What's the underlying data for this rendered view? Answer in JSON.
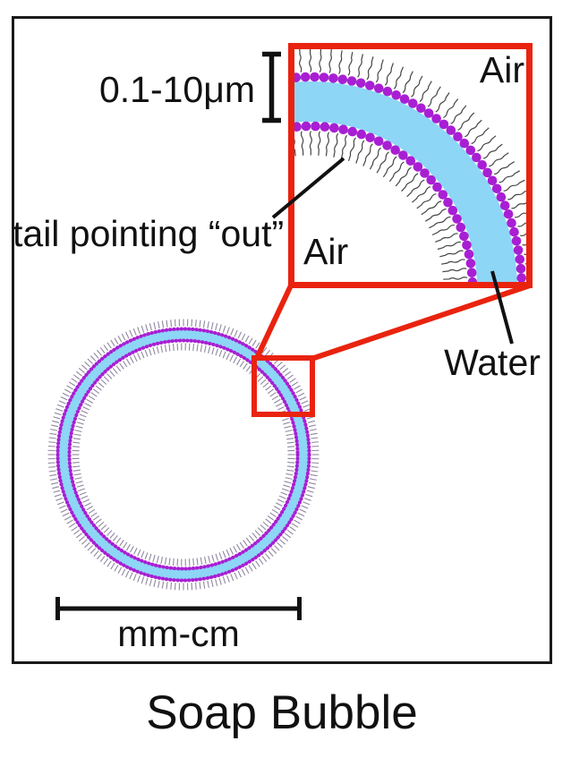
{
  "title": "Soap Bubble",
  "inset": {
    "thickness_label": "0.1-10μm",
    "air_outer_label": "Air",
    "air_inner_label": "Air",
    "tail_label": "tail pointing “out”",
    "water_label": "Water"
  },
  "bubble": {
    "scale_label": "mm-cm"
  },
  "colors": {
    "accent_red": "#e9230f",
    "water_blue": "#8dd6f6",
    "head_purple": "#a81fd3",
    "tail_dark": "#454545",
    "bubble_tick": "#8f87a0",
    "ink": "#111111"
  }
}
